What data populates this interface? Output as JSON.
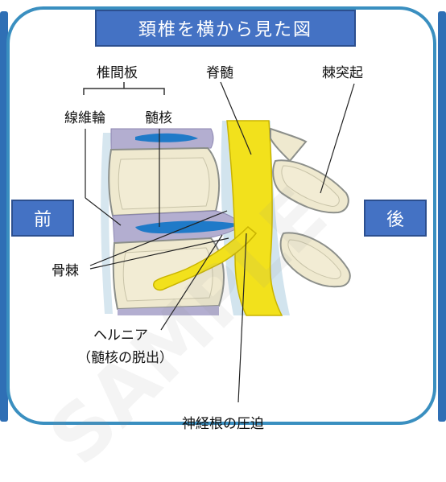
{
  "title": "頚椎を横から見た図",
  "side_labels": {
    "front": "前",
    "back": "後"
  },
  "labels": {
    "intervertebral_disc": "椎間板",
    "annulus_fibrosus": "線維輪",
    "nucleus_pulposus": "髄核",
    "spinal_cord": "脊髄",
    "spinous_process": "棘突起",
    "bone_spur": "骨棘",
    "hernia_line1": "ヘルニア",
    "hernia_line2": "（髄核の脱出）",
    "nerve_root_compression": "神経根の圧迫"
  },
  "watermark": "SAMPLE",
  "colors": {
    "frame": "#3a8fc0",
    "label_box": "#4472c4",
    "spinal_cord": "#f2e11c",
    "vertebra": "#efe9cf",
    "disc": "#b3aed0",
    "nucleus": "#1f7ac8",
    "canal": "#cfe2ee"
  }
}
